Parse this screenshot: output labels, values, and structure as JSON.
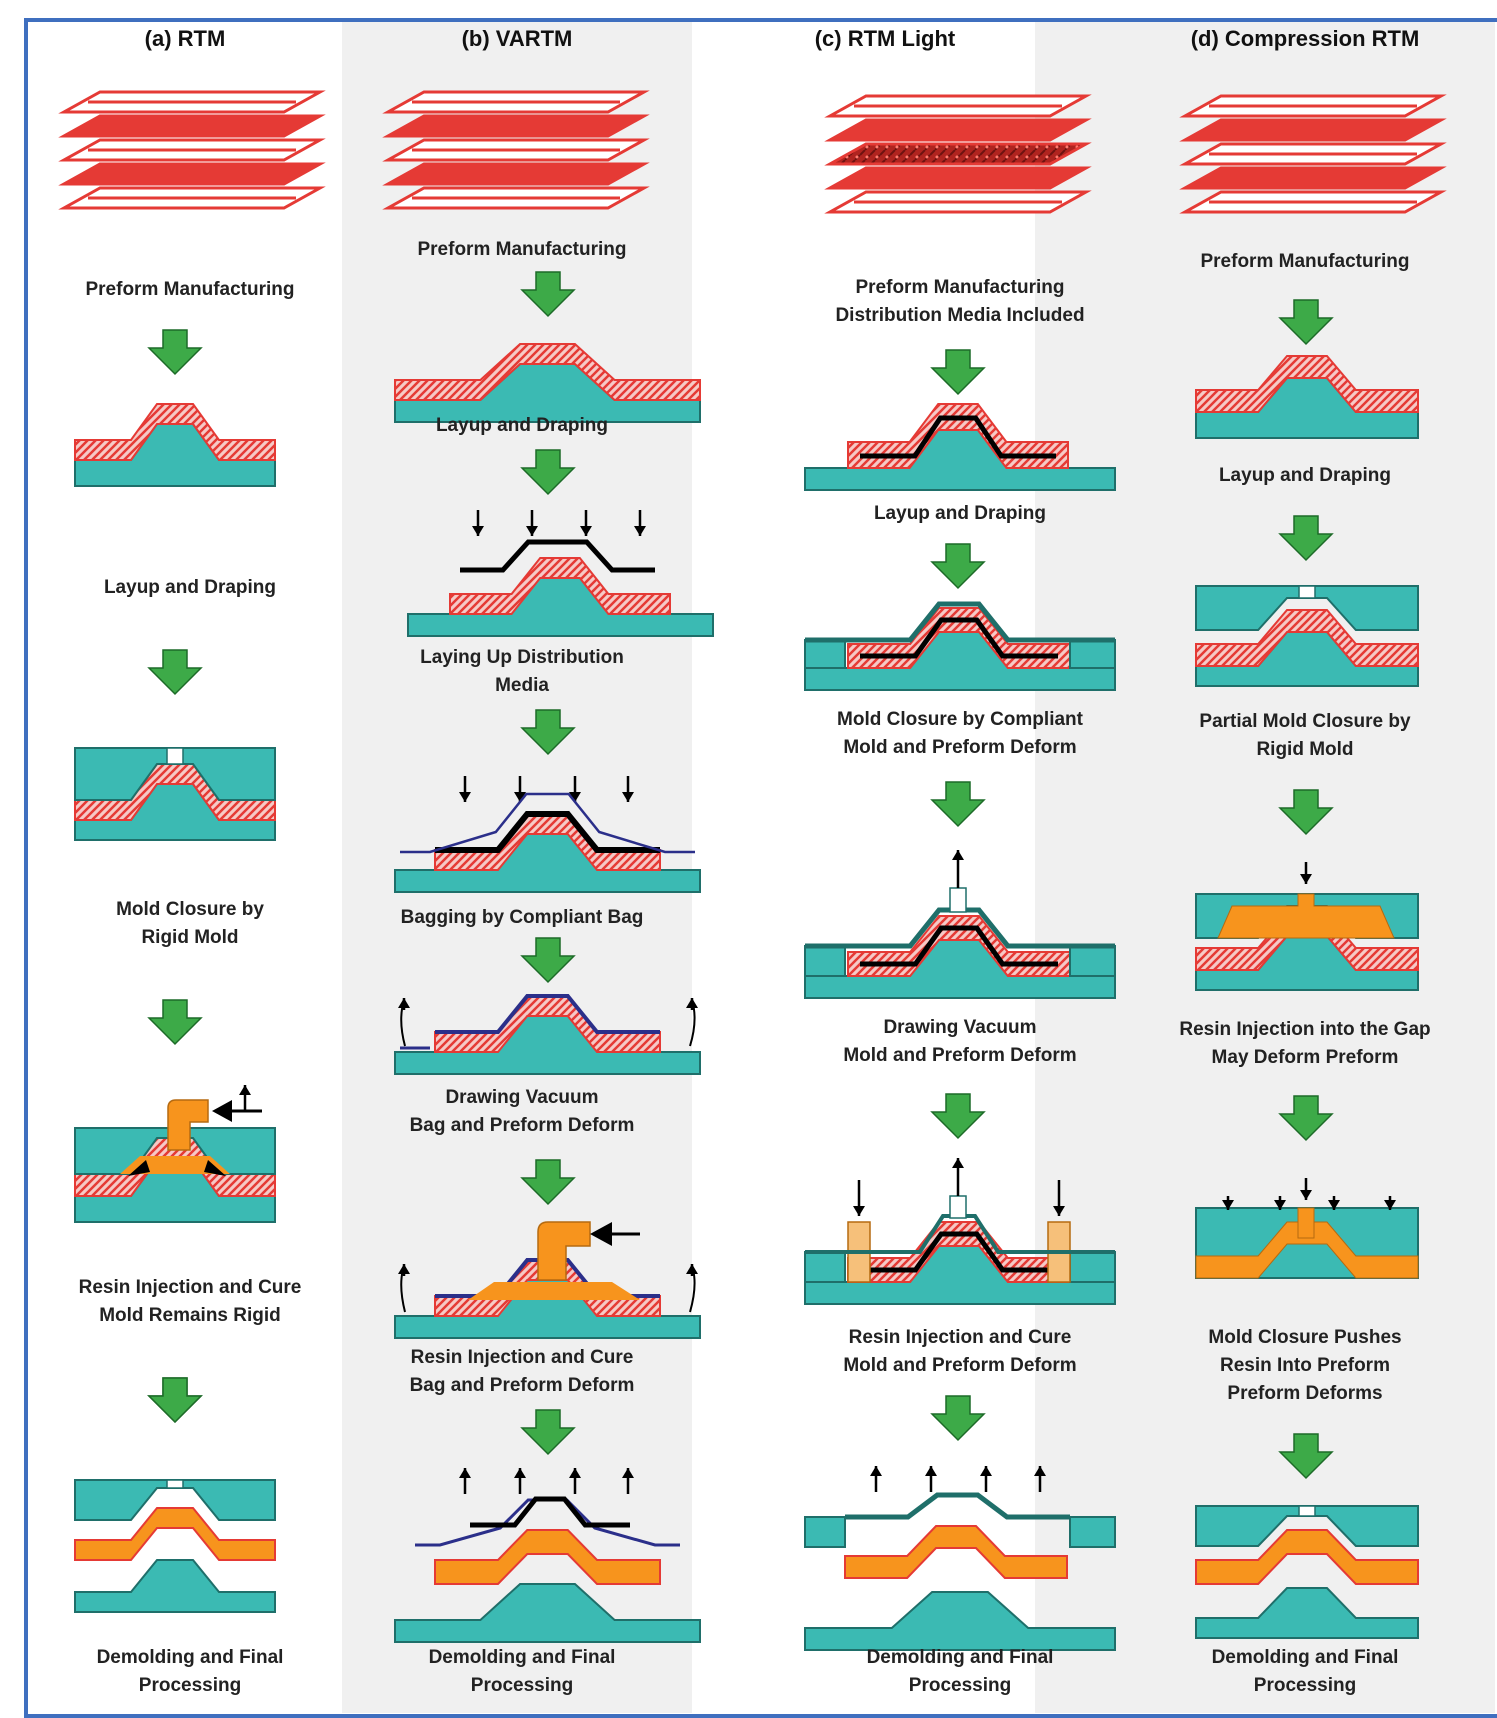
{
  "colors": {
    "mold": "#3bbab3",
    "mold_edge": "#1f6f6a",
    "preform": "#e53a35",
    "resin": "#f7941d",
    "arrow": "#3daa48",
    "bag": "#2b2f8a",
    "border": "#3f6fbf",
    "shade": "#f0f0f0"
  },
  "columns": [
    {
      "title": "(a) RTM",
      "steps": [
        "Preform Manufacturing",
        "Layup and Draping",
        "Mold Closure by\nRigid Mold",
        "Resin Injection and Cure\nMold Remains Rigid",
        "Demolding and Final\nProcessing"
      ]
    },
    {
      "title": "(b) VARTM",
      "steps": [
        "Preform Manufacturing",
        "Layup and Draping",
        "Laying Up Distribution\nMedia",
        "Bagging by Compliant Bag",
        "Drawing Vacuum\nBag and Preform Deform",
        "Resin Injection and Cure\nBag and Preform Deform",
        "Demolding and Final\nProcessing"
      ]
    },
    {
      "title": "(c) RTM Light",
      "steps": [
        "Preform Manufacturing\nDistribution Media Included",
        "Layup and Draping",
        "Mold Closure by Compliant\nMold and Preform  Deform",
        "Drawing Vacuum\nMold and Preform Deform",
        "Resin Injection and Cure\nMold and Preform Deform",
        "Demolding and Final\nProcessing"
      ]
    },
    {
      "title": "(d) Compression RTM",
      "steps": [
        "Preform Manufacturing",
        "Layup and Draping",
        "Partial Mold Closure by\nRigid Mold",
        "Resin Injection into the Gap\nMay Deform Preform",
        "Mold Closure Pushes\nResin Into Preform\nPreform Deforms",
        "Demolding and Final\nProcessing"
      ]
    }
  ]
}
